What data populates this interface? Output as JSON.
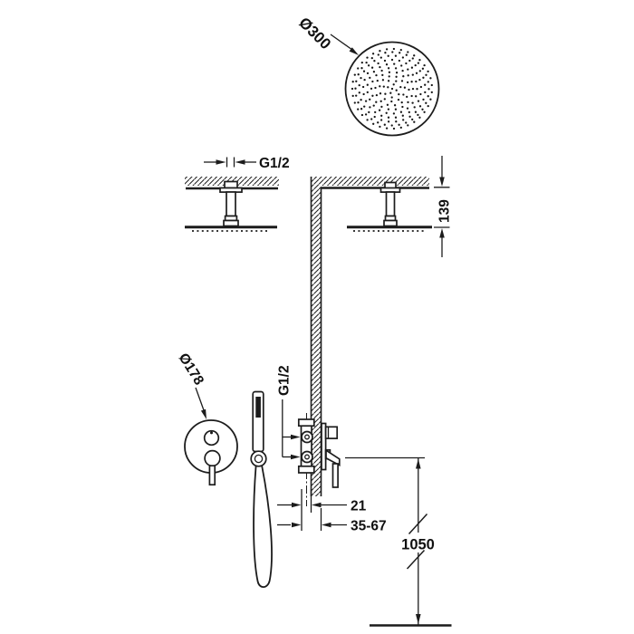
{
  "page": {
    "background": "#ffffff",
    "line_color": "#1c1c1c"
  },
  "drawing": {
    "top_view": {
      "diameter_label": "Ø300"
    },
    "ceiling_section": {
      "thread_label": "G1/2",
      "drop_label": "139"
    },
    "mixer": {
      "plate_diameter_label": "Ø178",
      "inlet_thread_label": "G1/2",
      "trim_depth_label": "21",
      "recess_depth_label": "35-67"
    },
    "install": {
      "valve_height_label": "1050"
    }
  }
}
